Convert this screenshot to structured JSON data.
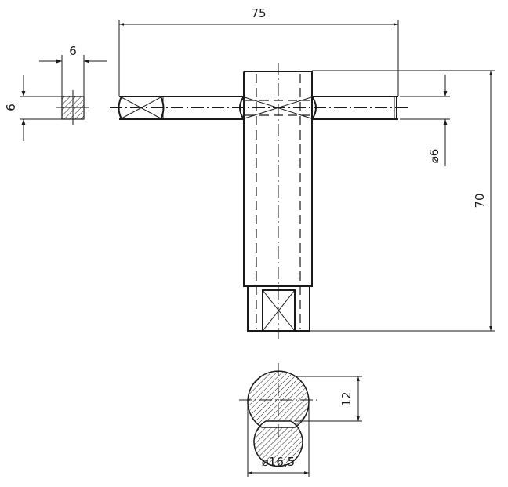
{
  "drawing": {
    "title": "T-handle socket key",
    "colors": {
      "line": "#1a1a1a",
      "background": "#ffffff"
    },
    "dimensions": {
      "overall_width": "75",
      "rod_diameter": "⌀6",
      "overall_height": "70",
      "square_section_width": "6",
      "square_section_height": "6",
      "tube_diameter": "⌀16,5",
      "tube_flat_height": "12"
    },
    "views": {
      "front_view": "T-handle front view",
      "square_section": "Square rod end section (hatched)",
      "tube_section": "Tube cross-section with flat (hatched)"
    }
  }
}
